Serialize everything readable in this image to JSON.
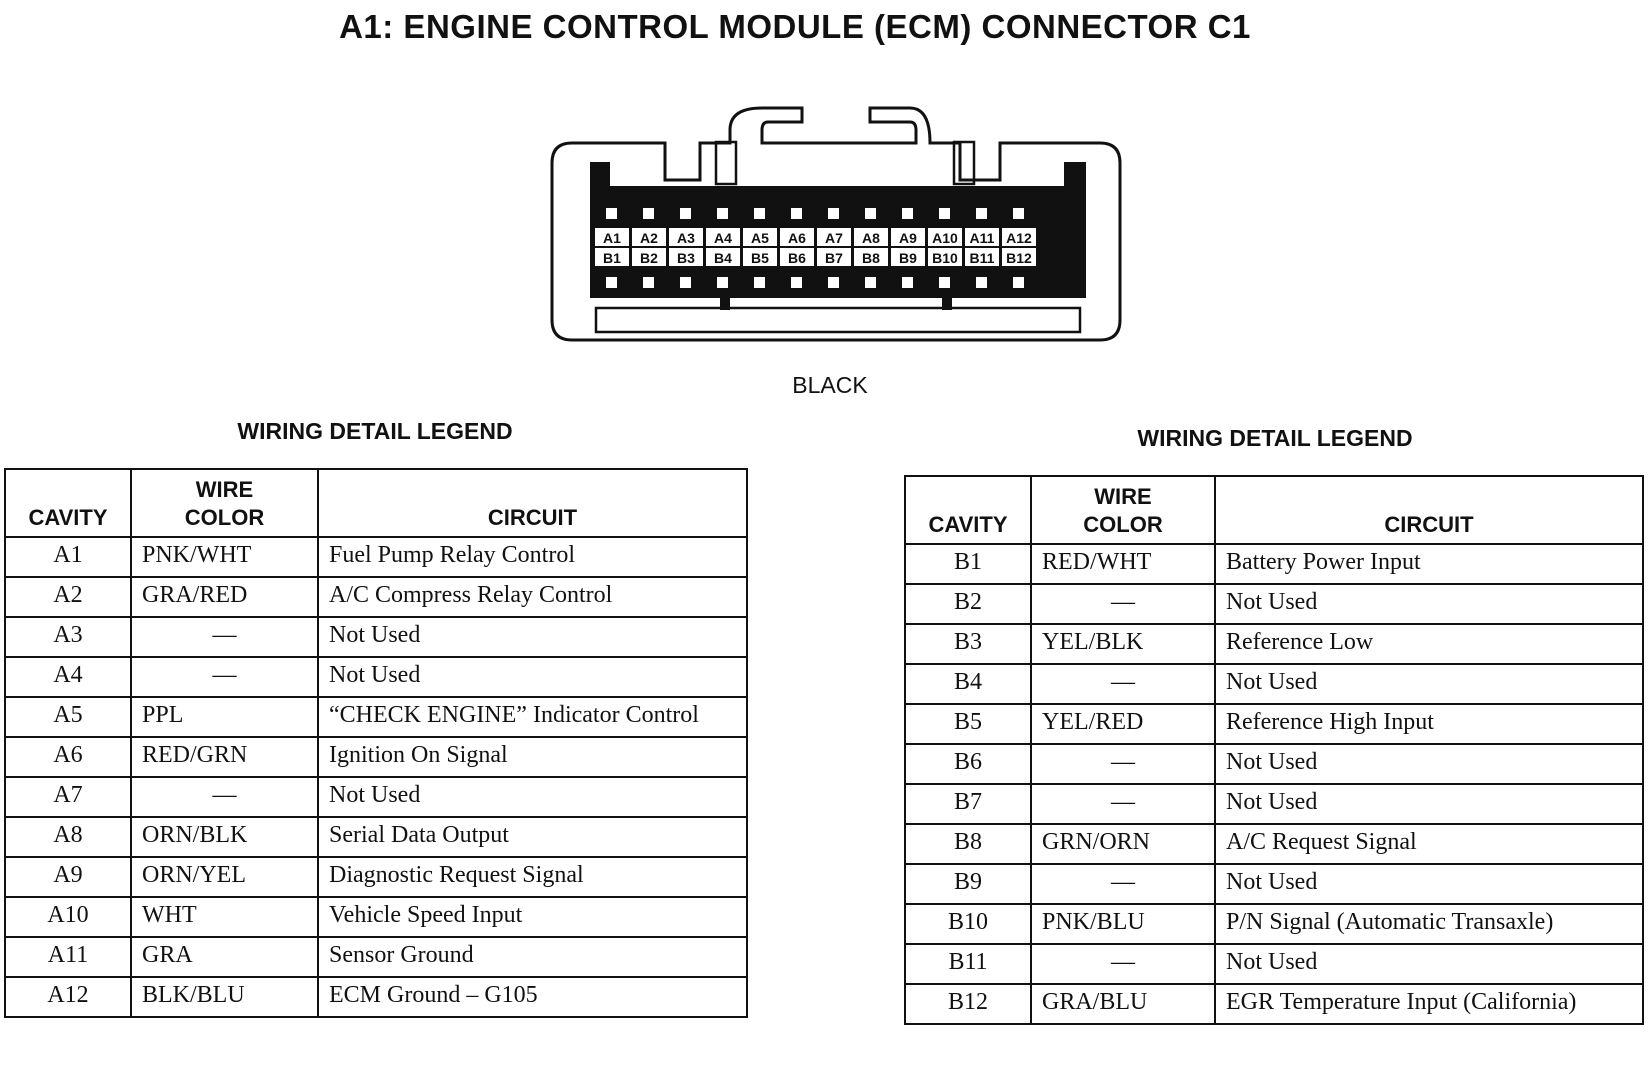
{
  "title": "A1: ENGINE CONTROL MODULE (ECM) CONNECTOR C1",
  "connector": {
    "color_label": "BLACK",
    "row_a": [
      "A1",
      "A2",
      "A3",
      "A4",
      "A5",
      "A6",
      "A7",
      "A8",
      "A9",
      "A10",
      "A11",
      "A12"
    ],
    "row_b": [
      "B1",
      "B2",
      "B3",
      "B4",
      "B5",
      "B6",
      "B7",
      "B8",
      "B9",
      "B10",
      "B11",
      "B12"
    ]
  },
  "legend_a": {
    "heading": "WIRING DETAIL LEGEND",
    "columns": {
      "cavity": "CAVITY",
      "wire_color_1": "WIRE",
      "wire_color_2": "COLOR",
      "circuit": "CIRCUIT"
    },
    "rows": [
      {
        "cavity": "A1",
        "color": "PNK/WHT",
        "circuit": "Fuel Pump Relay Control"
      },
      {
        "cavity": "A2",
        "color": "GRA/RED",
        "circuit": "A/C Compress Relay Control"
      },
      {
        "cavity": "A3",
        "color": "—",
        "circuit": "Not Used"
      },
      {
        "cavity": "A4",
        "color": "—",
        "circuit": "Not Used"
      },
      {
        "cavity": "A5",
        "color": "PPL",
        "circuit": "“CHECK ENGINE” Indicator Control"
      },
      {
        "cavity": "A6",
        "color": "RED/GRN",
        "circuit": "Ignition On Signal"
      },
      {
        "cavity": "A7",
        "color": "—",
        "circuit": "Not Used"
      },
      {
        "cavity": "A8",
        "color": "ORN/BLK",
        "circuit": "Serial Data Output"
      },
      {
        "cavity": "A9",
        "color": "ORN/YEL",
        "circuit": "Diagnostic Request Signal"
      },
      {
        "cavity": "A10",
        "color": "WHT",
        "circuit": "Vehicle Speed Input"
      },
      {
        "cavity": "A11",
        "color": "GRA",
        "circuit": "Sensor Ground"
      },
      {
        "cavity": "A12",
        "color": "BLK/BLU",
        "circuit": "ECM Ground – G105"
      }
    ]
  },
  "legend_b": {
    "heading": "WIRING DETAIL LEGEND",
    "columns": {
      "cavity": "CAVITY",
      "wire_color_1": "WIRE",
      "wire_color_2": "COLOR",
      "circuit": "CIRCUIT"
    },
    "rows": [
      {
        "cavity": "B1",
        "color": "RED/WHT",
        "circuit": "Battery Power Input"
      },
      {
        "cavity": "B2",
        "color": "—",
        "circuit": "Not Used"
      },
      {
        "cavity": "B3",
        "color": "YEL/BLK",
        "circuit": "Reference Low"
      },
      {
        "cavity": "B4",
        "color": "—",
        "circuit": "Not Used"
      },
      {
        "cavity": "B5",
        "color": "YEL/RED",
        "circuit": "Reference High Input"
      },
      {
        "cavity": "B6",
        "color": "—",
        "circuit": "Not Used"
      },
      {
        "cavity": "B7",
        "color": "—",
        "circuit": "Not Used"
      },
      {
        "cavity": "B8",
        "color": "GRN/ORN",
        "circuit": "A/C Request Signal"
      },
      {
        "cavity": "B9",
        "color": "—",
        "circuit": "Not Used"
      },
      {
        "cavity": "B10",
        "color": "PNK/BLU",
        "circuit": "P/N Signal (Automatic Transaxle)"
      },
      {
        "cavity": "B11",
        "color": "—",
        "circuit": "Not Used"
      },
      {
        "cavity": "B12",
        "color": "GRA/BLU",
        "circuit": "EGR Temperature Input (California)"
      }
    ]
  }
}
